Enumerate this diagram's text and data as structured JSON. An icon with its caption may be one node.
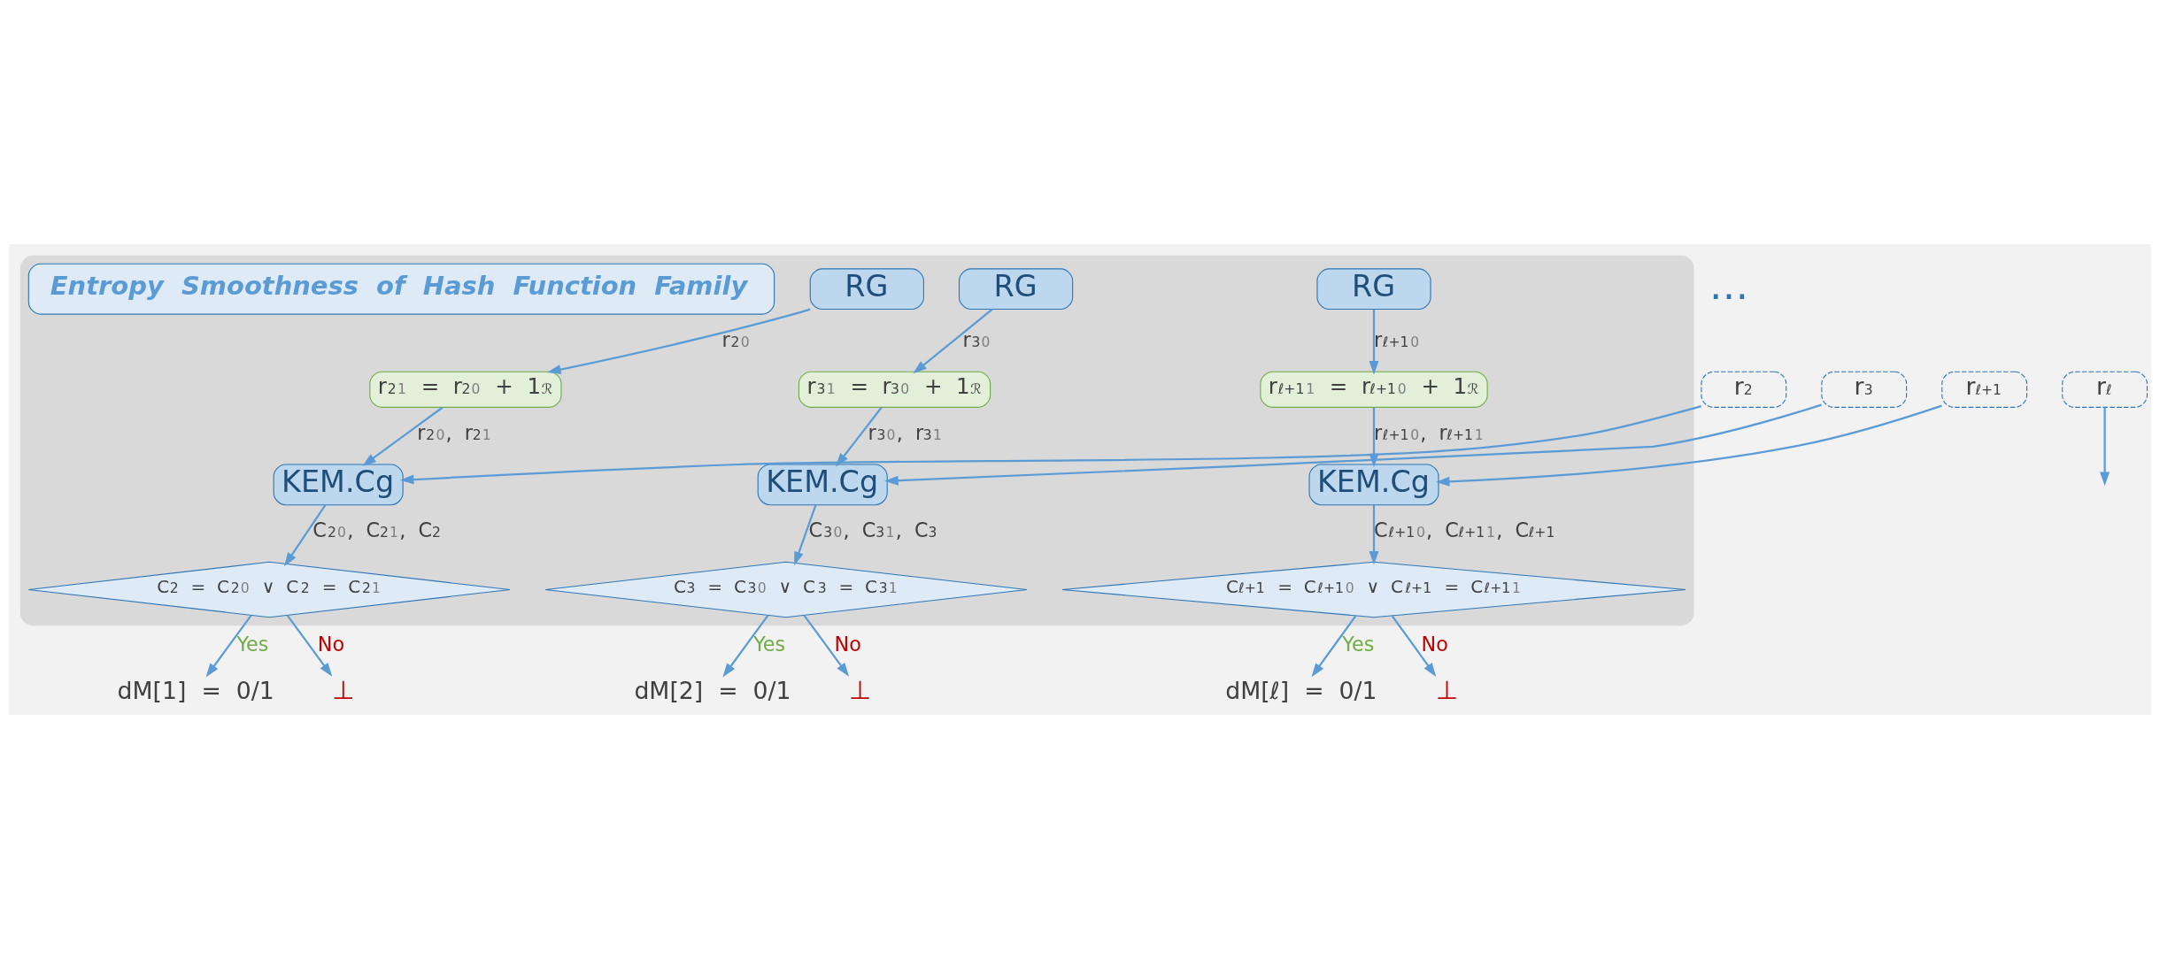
{
  "diagram": {
    "nodes": [
      {
        "text": [],
        "shape": "box"
      },
      {
        "text": [
          "r$_{2}$"
        ]
      },
      {
        "text": [
          "r$_{3}$"
        ]
      },
      {
        "text": [
          "r$_{ℓ}$"
        ]
      },
      {
        "text": [
          "r$_{ℓ+1}$"
        ]
      },
      {
        "text": [
          "RG"
        ],
        "in": 0
      },
      {
        "text": [
          "r$_{2}$$^{1}$ = r$_{2}$$^{0}$ + 1$_{ℛ}$"
        ],
        "in": 0
      },
      {
        "text": [
          "KEM.Cg"
        ],
        "in": 0
      },
      {
        "text": [
          "C$_{2}$ = C$_{2}$$^{0}$ ∨ C$_{2}$ = C$_{2}$$^{1}$"
        ],
        "in": 0
      },
      {
        "text": [
          "dM[1] = 0/1"
        ]
      },
      {
        "text": [
          "⊥"
        ]
      },
      {
        "text": [
          "RG"
        ],
        "in": 0
      },
      {
        "text": [
          "r$_{3}$$^{1}$ = r$_{3}$$^{0}$ + 1$_{ℛ}$"
        ],
        "in": 0
      },
      {
        "text": [
          "KEM.Cg"
        ],
        "in": 0
      },
      {
        "text": [
          "C$_{3}$ = C$_{3}$$^{0}$ ∨ C$_{3}$ = C$_{3}$$^{1}$"
        ],
        "in": 0
      },
      {
        "text": [
          "dM[2] = 0/1"
        ]
      },
      {
        "text": [
          "⊥"
        ]
      },
      {
        "text": [
          "RG"
        ],
        "in": 0
      },
      {
        "text": [
          "r$_{ℓ+1}$$^{1}$ = r$_{ℓ+1}$$^{0}$ + 1$_{ℛ}$"
        ],
        "in": 0
      },
      {
        "text": [
          "KEM.Cg"
        ],
        "in": 0
      },
      {
        "text": [
          "C$_{ℓ+1}$ = C$_{ℓ+1}$$^{0}$ ∨ C$_{ℓ+1}$ = C$_{ℓ+1}$$^{1}$"
        ],
        "in": 0
      },
      {
        "text": [
          "dM[ℓ] = 0/1"
        ]
      },
      {
        "text": [
          "⊥"
        ]
      },
      {
        "text": [
          "Entropy Smoothness of Hash Function Family"
        ],
        "in": 0
      }
    ],
    "edges": [
      {
        "from": 5,
        "to": 6,
        "arrow": "to",
        "label": "r$_{2}$$^{0}$"
      },
      {
        "from": 6,
        "to": 7,
        "arrow": "to",
        "label": "r$_{2}$$^{0}$, r$_{2}$$^{1}$"
      },
      {
        "from": 1,
        "to": 7,
        "arrow": "to"
      },
      {
        "from": 7,
        "to": 8,
        "arrow": "to",
        "label": "C$_{2}$$^{0}$, C$_{2}$$^{1}$, C$_{2}$"
      },
      {
        "from": 8,
        "to": 9,
        "arrow": "to",
        "label": "Yes"
      },
      {
        "from": 8,
        "to": 10,
        "arrow": "to",
        "label": "No"
      },
      {
        "from": 11,
        "to": 12,
        "arrow": "to",
        "label": "r$_{3}$$^{0}$"
      },
      {
        "from": 12,
        "to": 13,
        "arrow": "to",
        "label": "r$_{3}$$^{0}$, r$_{3}$$^{1}$"
      },
      {
        "from": 2,
        "to": 13,
        "arrow": "to"
      },
      {
        "from": 13,
        "to": 14,
        "arrow": "to",
        "label": "C$_{3}$$^{0}$, C$_{3}$$^{1}$, C$_{3}$"
      },
      {
        "from": 14,
        "to": 15,
        "arrow": "to",
        "label": "Yes"
      },
      {
        "from": 14,
        "to": 16,
        "arrow": "to",
        "label": "No"
      },
      {
        "from": 3,
        "to": null,
        "arrow": "to"
      },
      {
        "from": 17,
        "to": 18,
        "arrow": "to",
        "label": "r$_{ℓ+1}$$^{0}$"
      },
      {
        "from": 18,
        "to": 19,
        "arrow": "to",
        "label": "r$_{ℓ+1}$$^{0}$, r$_{ℓ+1}$$^{1}$"
      },
      {
        "from": 4,
        "to": 19,
        "arrow": "to"
      },
      {
        "from": 19,
        "to": 20,
        "arrow": "to",
        "label": "C$_{ℓ+1}$$^{0}$, C$_{ℓ+1}$$^{1}$, C$_{ℓ+1}$"
      },
      {
        "from": 20,
        "to": 21,
        "arrow": "to",
        "label": "Yes"
      },
      {
        "from": 20,
        "to": 22,
        "arrow": "to",
        "label": "No"
      }
    ],
    "labels": [
      "…"
    ]
  }
}
